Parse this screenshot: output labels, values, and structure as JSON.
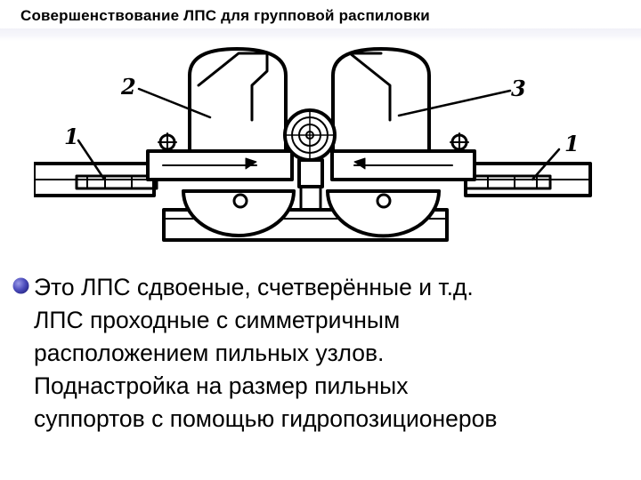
{
  "slide": {
    "title": "Совершенствование ЛПС для групповой  распиловки",
    "figure": {
      "labels": {
        "left_saw": "2",
        "right_saw": "3",
        "left_hydro": "1",
        "right_hydro": "1"
      }
    },
    "bullets": [
      {
        "lines": [
          "Это ЛПС сдвоеные, счетверённые и т.д.",
          "ЛПС проходные с симметричным",
          "расположением пильных узлов.",
          "Поднастройка на размер пильных",
          "суппортов с помощью гидропозиционеров"
        ]
      }
    ],
    "colors": {
      "bullet": "#4c4cbc",
      "ink": "#000000"
    }
  }
}
